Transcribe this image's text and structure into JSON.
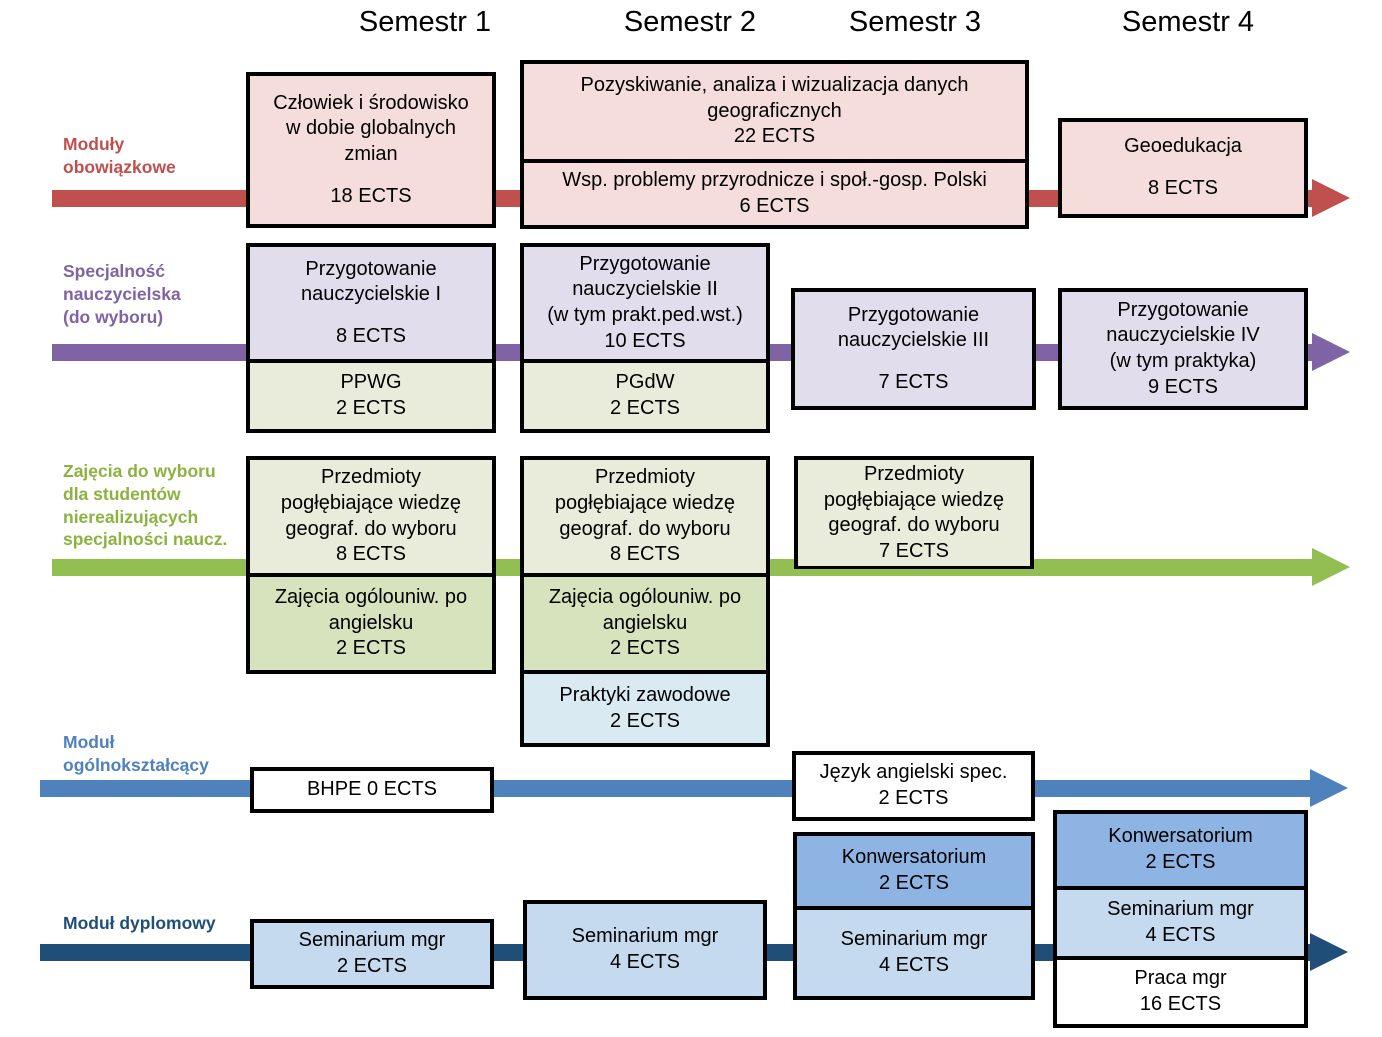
{
  "headers": [
    {
      "label": "Semestr 1"
    },
    {
      "label": "Semestr 2"
    },
    {
      "label": "Semestr 3"
    },
    {
      "label": "Semestr 4"
    }
  ],
  "rows": [
    {
      "id": "moduly-obowiazkowe",
      "label_lines": [
        "Moduły",
        "obowiązkowe"
      ],
      "color": "#c0504d"
    },
    {
      "id": "specjalnosc-nauczycielska",
      "label_lines": [
        "Specjalność",
        "nauczycielska",
        "(do wyboru)"
      ],
      "color": "#7f63a4"
    },
    {
      "id": "zajecia-do-wyboru",
      "label_lines": [
        "Zajęcia do wyboru",
        "dla studentów",
        "nierealizujących",
        "specjalności naucz."
      ],
      "color": "#92b councils"
    },
    {
      "id": "modul-ogolnoksztalcacy",
      "label_lines": [
        "Moduł",
        "ogólnokształcący"
      ],
      "color": "#4f81bd"
    },
    {
      "id": "modul-dyplomowy",
      "label_lines": [
        "Moduł dyplomowy"
      ],
      "color": "#1f4e79"
    }
  ],
  "row_colors": {
    "moduly_obowiazkowe": "#c0504d",
    "specjalnosc": "#7f63a4",
    "zajecia_do_wyboru": "#92bf52",
    "ogolnoksztalcacy": "#4f81bd",
    "dyplomowy": "#1f4e79"
  },
  "fills": {
    "pink": "#f4ddda",
    "lavender": "#e2ddec",
    "cream_green": "#e9ecdb",
    "mid_green": "#d7e3bd",
    "pale_blue": "#daeaf3",
    "light_blue": "#c5d9ef",
    "mid_blue": "#8eb4e3",
    "white": "#ffffff"
  },
  "boxes": [
    {
      "id": "czlowiek-i-srodowisko",
      "cells": [
        {
          "lines": [
            "Człowiek i środowisko",
            "w dobie globalnych",
            "zmian",
            "",
            "18 ECTS"
          ],
          "fill": "pink"
        }
      ]
    },
    {
      "id": "pozyskiwanie-analiza",
      "cells": [
        {
          "lines": [
            "Pozyskiwanie, analiza i wizualizacja danych",
            "geograficznych",
            "22 ECTS"
          ],
          "fill": "pink"
        },
        {
          "lines": [
            "Wsp. problemy przyrodnicze i społ.-gosp. Polski",
            "6 ECTS"
          ],
          "fill": "pink"
        }
      ]
    },
    {
      "id": "geoedukacja",
      "cells": [
        {
          "lines": [
            "Geoedukacja",
            "",
            "8 ECTS"
          ],
          "fill": "pink"
        }
      ]
    },
    {
      "id": "przygotowanie-nauczycielskie-1",
      "cells": [
        {
          "lines": [
            "Przygotowanie",
            "nauczycielskie I",
            "",
            "8 ECTS"
          ],
          "fill": "lavender"
        },
        {
          "lines": [
            "PPWG",
            "2 ECTS"
          ],
          "fill": "cream_green"
        }
      ]
    },
    {
      "id": "przygotowanie-nauczycielskie-2",
      "cells": [
        {
          "lines": [
            "Przygotowanie",
            "nauczycielskie II",
            "(w tym prakt.ped.wst.)",
            "10 ECTS"
          ],
          "fill": "lavender"
        },
        {
          "lines": [
            "PGdW",
            "2 ECTS"
          ],
          "fill": "cream_green"
        }
      ]
    },
    {
      "id": "przygotowanie-nauczycielskie-3",
      "cells": [
        {
          "lines": [
            "Przygotowanie",
            "nauczycielskie III",
            "",
            "7 ECTS"
          ],
          "fill": "lavender"
        }
      ]
    },
    {
      "id": "przygotowanie-nauczycielskie-4",
      "cells": [
        {
          "lines": [
            "Przygotowanie",
            "nauczycielskie IV",
            "(w tym praktyka)",
            "9 ECTS"
          ],
          "fill": "lavender"
        }
      ]
    },
    {
      "id": "przedmioty-poglebiajace-s1",
      "cells": [
        {
          "lines": [
            "Przedmioty",
            "pogłębiające wiedzę",
            "geograf. do wyboru",
            "8 ECTS"
          ],
          "fill": "cream_green"
        },
        {
          "lines": [
            "Zajęcia ogólouniw. po",
            "angielsku",
            "2 ECTS"
          ],
          "fill": "mid_green"
        }
      ]
    },
    {
      "id": "przedmioty-poglebiajace-s2",
      "cells": [
        {
          "lines": [
            "Przedmioty",
            "pogłębiające wiedzę",
            "geograf. do wyboru",
            "8 ECTS"
          ],
          "fill": "cream_green"
        },
        {
          "lines": [
            "Zajęcia ogólouniw. po",
            "angielsku",
            "2 ECTS"
          ],
          "fill": "mid_green"
        },
        {
          "lines": [
            "Praktyki zawodowe",
            "2 ECTS"
          ],
          "fill": "pale_blue"
        }
      ]
    },
    {
      "id": "przedmioty-poglebiajace-s3",
      "cells": [
        {
          "lines": [
            "Przedmioty",
            "pogłębiające wiedzę",
            "geograf. do wyboru",
            "7 ECTS"
          ],
          "fill": "cream_green"
        }
      ]
    },
    {
      "id": "bhpe",
      "cells": [
        {
          "lines": [
            "BHPE 0 ECTS"
          ],
          "fill": "white"
        }
      ]
    },
    {
      "id": "jezyk-angielski-spec",
      "cells": [
        {
          "lines": [
            "Język angielski spec.",
            "2 ECTS"
          ],
          "fill": "white"
        }
      ]
    },
    {
      "id": "seminarium-mgr-s1",
      "cells": [
        {
          "lines": [
            "Seminarium mgr",
            "2 ECTS"
          ],
          "fill": "light_blue"
        }
      ]
    },
    {
      "id": "seminarium-mgr-s2",
      "cells": [
        {
          "lines": [
            "Seminarium mgr",
            "4 ECTS"
          ],
          "fill": "light_blue"
        }
      ]
    },
    {
      "id": "konwersatorium-seminarium-s3",
      "cells": [
        {
          "lines": [
            "Konwersatorium",
            "2 ECTS"
          ],
          "fill": "mid_blue"
        },
        {
          "lines": [
            "Seminarium mgr",
            "4 ECTS"
          ],
          "fill": "light_blue"
        }
      ]
    },
    {
      "id": "dyplomowy-s4",
      "cells": [
        {
          "lines": [
            "Konwersatorium",
            "2 ECTS"
          ],
          "fill": "mid_blue"
        },
        {
          "lines": [
            "Seminarium mgr",
            "4 ECTS"
          ],
          "fill": "light_blue"
        },
        {
          "lines": [
            "Praca mgr",
            "16 ECTS"
          ],
          "fill": "white"
        }
      ]
    }
  ],
  "text": {
    "sem1": "Semestr 1",
    "sem2": "Semestr 2",
    "sem3": "Semestr 3",
    "sem4": "Semestr 4",
    "lbl_ob_1": "Moduły",
    "lbl_ob_2": "obowiązkowe",
    "lbl_sp_1": "Specjalność",
    "lbl_sp_2": "nauczycielska",
    "lbl_sp_3": "(do wyboru)",
    "lbl_zw_1": "Zajęcia do wyboru",
    "lbl_zw_2": "dla studentów",
    "lbl_zw_3": "nierealizujących",
    "lbl_zw_4": "specjalności naucz.",
    "lbl_og_1": "Moduł",
    "lbl_og_2": "ogólnokształcący",
    "lbl_dy_1": "Moduł dyplomowy",
    "b1_l1": "Człowiek i środowisko",
    "b1_l2": "w dobie globalnych",
    "b1_l3": "zmian",
    "b1_l4": "18 ECTS",
    "b2a_l1": "Pozyskiwanie, analiza i wizualizacja danych",
    "b2a_l2": "geograficznych",
    "b2a_l3": "22 ECTS",
    "b2b_l1": "Wsp. problemy przyrodnicze i społ.-gosp. Polski",
    "b2b_l2": "6 ECTS",
    "b3_l1": "Geoedukacja",
    "b3_l2": "8 ECTS",
    "pn1_l1": "Przygotowanie",
    "pn1_l2": "nauczycielskie I",
    "pn1_l3": "8 ECTS",
    "ppwg_l1": "PPWG",
    "ppwg_l2": "2 ECTS",
    "pn2_l1": "Przygotowanie",
    "pn2_l2": "nauczycielskie II",
    "pn2_l3": "(w tym prakt.ped.wst.)",
    "pn2_l4": "10 ECTS",
    "pgdw_l1": "PGdW",
    "pgdw_l2": "2 ECTS",
    "pn3_l1": "Przygotowanie",
    "pn3_l2": "nauczycielskie III",
    "pn3_l3": "7 ECTS",
    "pn4_l1": "Przygotowanie",
    "pn4_l2": "nauczycielskie IV",
    "pn4_l3": "(w tym praktyka)",
    "pn4_l4": "9 ECTS",
    "pp_l1": "Przedmioty",
    "pp_l2": "pogłębiające wiedzę",
    "pp_l3": "geograf. do wyboru",
    "pp_s1_ects": "8 ECTS",
    "pp_s2_ects": "8 ECTS",
    "pp_s3_ects": "7 ECTS",
    "zo_l1": "Zajęcia ogólouniw. po",
    "zo_l2": "angielsku",
    "zo_l3": "2 ECTS",
    "pz_l1": "Praktyki zawodowe",
    "pz_l2": "2 ECTS",
    "bhpe_l1": "BHPE 0 ECTS",
    "ja_l1": "Język angielski spec.",
    "ja_l2": "2 ECTS",
    "sem_mgr": "Seminarium mgr",
    "sem_mgr_s1_ects": "2 ECTS",
    "sem_mgr_s2_ects": "4 ECTS",
    "sem_mgr_s3_ects": "4 ECTS",
    "sem_mgr_s4_ects": "4 ECTS",
    "konw": "Konwersatorium",
    "konw_s3_ects": "2 ECTS",
    "konw_s4_ects": "2 ECTS",
    "praca_l1": "Praca mgr",
    "praca_l2": "16 ECTS"
  }
}
